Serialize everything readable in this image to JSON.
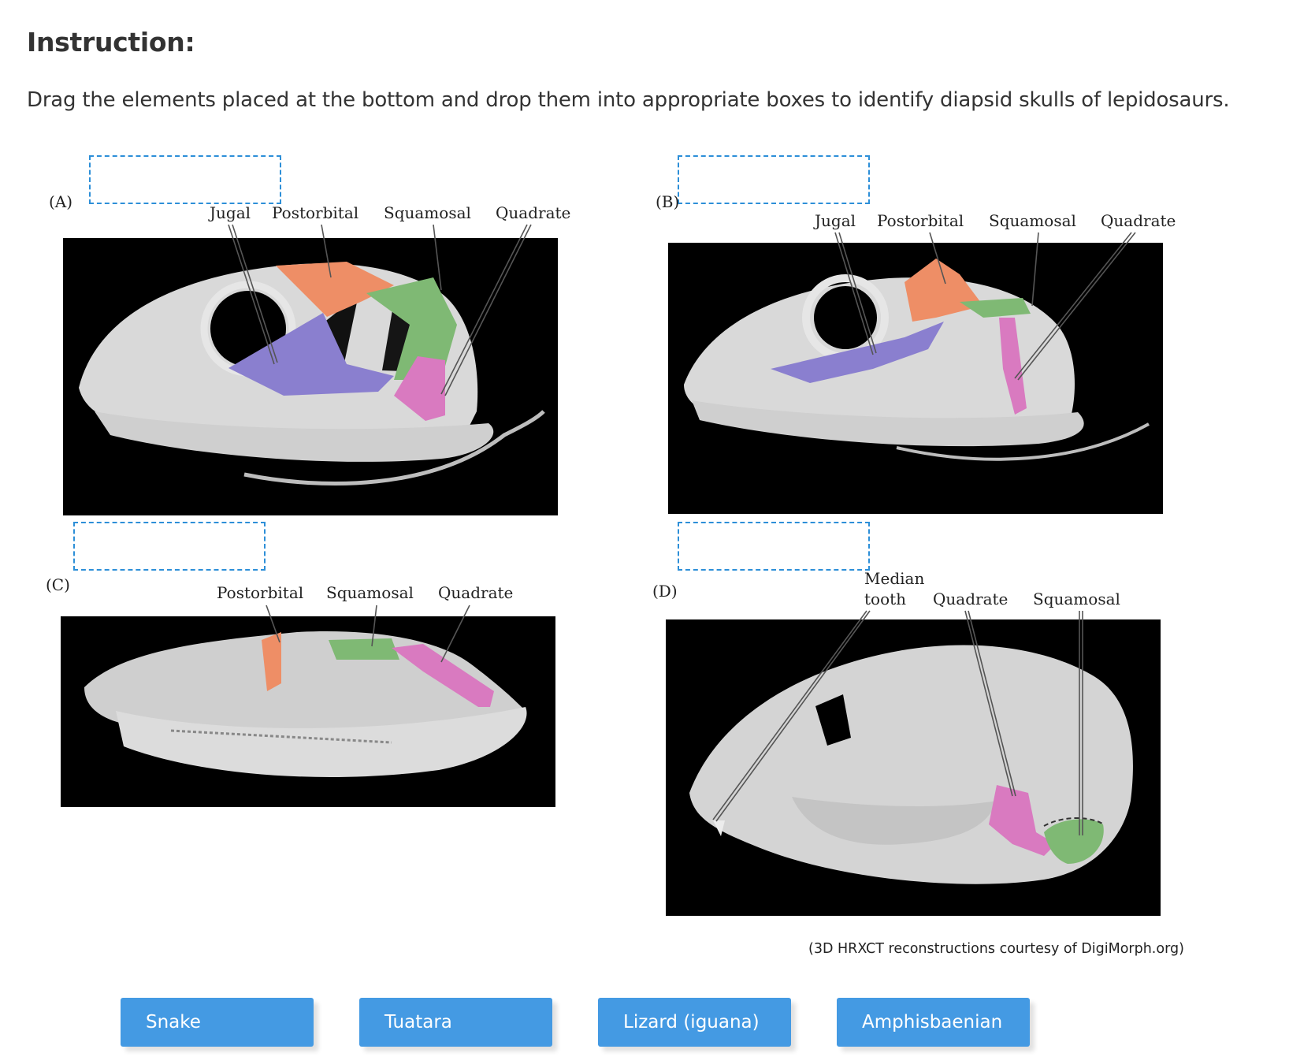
{
  "instruction": {
    "heading": "Instruction:",
    "text": "Drag the elements placed at the bottom and drop them into appropriate boxes to identify diapsid skulls of lepidosaurs."
  },
  "panels": {
    "a": {
      "letter": "(A)",
      "labels": {
        "jugal": "Jugal",
        "postorbital": "Postorbital",
        "squamosal": "Squamosal",
        "quadrate": "Quadrate"
      }
    },
    "b": {
      "letter": "(B)",
      "labels": {
        "jugal": "Jugal",
        "postorbital": "Postorbital",
        "squamosal": "Squamosal",
        "quadrate": "Quadrate"
      }
    },
    "c": {
      "letter": "(C)",
      "labels": {
        "postorbital": "Postorbital",
        "squamosal": "Squamosal",
        "quadrate": "Quadrate"
      }
    },
    "d": {
      "letter": "(D)",
      "labels": {
        "median_line1": "Median",
        "median_line2": "tooth",
        "quadrate": "Quadrate",
        "squamosal": "Squamosal"
      }
    }
  },
  "credit": "(3D HRXCT reconstructions courtesy of DigiMorph.org)",
  "draggables": [
    "Snake",
    "Tuatara",
    "Lizard (iguana)",
    "Amphisbaenian"
  ],
  "colors": {
    "dropzone_border": "#2d8fd8",
    "chip_bg": "#449ae3",
    "chip_text": "#ffffff",
    "jugal": "#8a7fcf",
    "postorbital": "#ee8e66",
    "squamosal": "#7fb974",
    "quadrate": "#d97ac0",
    "bone": "#d9d9d9",
    "scan_bg": "#000000"
  }
}
